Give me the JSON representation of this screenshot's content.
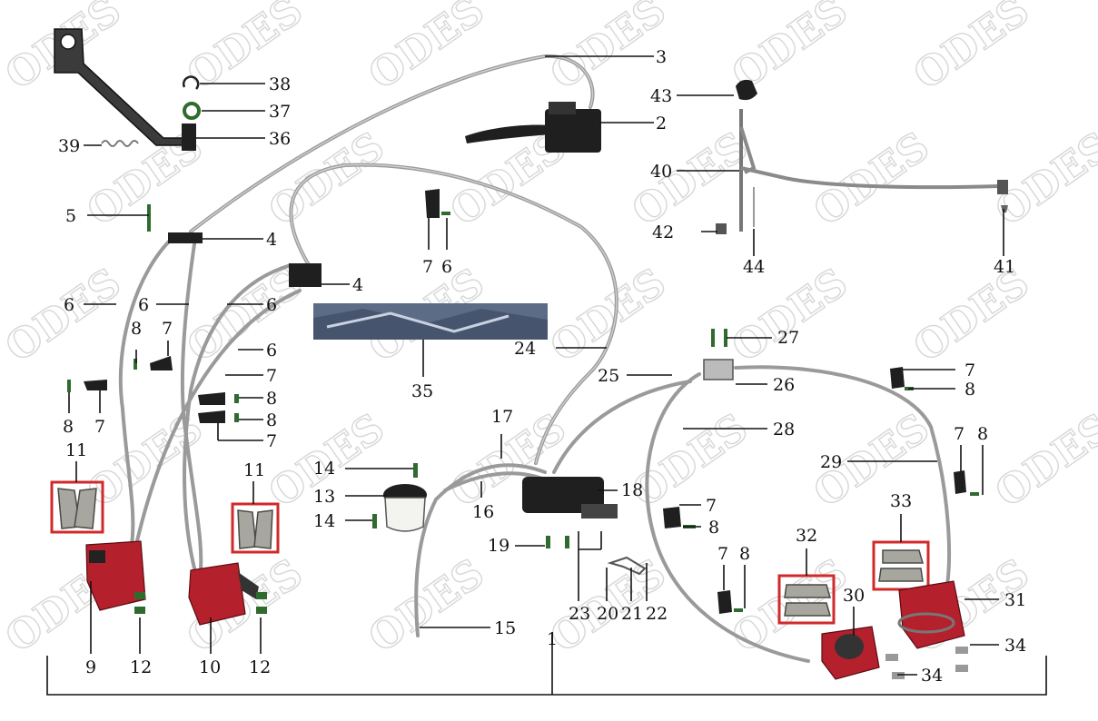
{
  "diagram": {
    "watermark_text": "ODES",
    "callouts": [
      {
        "id": "c1",
        "text": "1"
      },
      {
        "id": "c2",
        "text": "2"
      },
      {
        "id": "c3",
        "text": "3"
      },
      {
        "id": "c4a",
        "text": "4"
      },
      {
        "id": "c4b",
        "text": "4"
      },
      {
        "id": "c5",
        "text": "5"
      },
      {
        "id": "c6a",
        "text": "6"
      },
      {
        "id": "c6b",
        "text": "6"
      },
      {
        "id": "c6c",
        "text": "6"
      },
      {
        "id": "c6d",
        "text": "6"
      },
      {
        "id": "c6e",
        "text": "6"
      },
      {
        "id": "c7a",
        "text": "7"
      },
      {
        "id": "c7b",
        "text": "7"
      },
      {
        "id": "c7c",
        "text": "7"
      },
      {
        "id": "c7d",
        "text": "7"
      },
      {
        "id": "c7e",
        "text": "7"
      },
      {
        "id": "c7f",
        "text": "7"
      },
      {
        "id": "c7g",
        "text": "7"
      },
      {
        "id": "c7h",
        "text": "7"
      },
      {
        "id": "c7i",
        "text": "7"
      },
      {
        "id": "c7j",
        "text": "7"
      },
      {
        "id": "c8a",
        "text": "8"
      },
      {
        "id": "c8b",
        "text": "8"
      },
      {
        "id": "c8c",
        "text": "8"
      },
      {
        "id": "c8d",
        "text": "8"
      },
      {
        "id": "c8e",
        "text": "8"
      },
      {
        "id": "c8f",
        "text": "8"
      },
      {
        "id": "c8g",
        "text": "8"
      },
      {
        "id": "c8h",
        "text": "8"
      },
      {
        "id": "c9",
        "text": "9"
      },
      {
        "id": "c10",
        "text": "10"
      },
      {
        "id": "c11a",
        "text": "11"
      },
      {
        "id": "c11b",
        "text": "11"
      },
      {
        "id": "c12a",
        "text": "12"
      },
      {
        "id": "c12b",
        "text": "12"
      },
      {
        "id": "c13",
        "text": "13"
      },
      {
        "id": "c14a",
        "text": "14"
      },
      {
        "id": "c14b",
        "text": "14"
      },
      {
        "id": "c15",
        "text": "15"
      },
      {
        "id": "c16",
        "text": "16"
      },
      {
        "id": "c17",
        "text": "17"
      },
      {
        "id": "c18",
        "text": "18"
      },
      {
        "id": "c19",
        "text": "19"
      },
      {
        "id": "c20",
        "text": "20"
      },
      {
        "id": "c21",
        "text": "21"
      },
      {
        "id": "c22",
        "text": "22"
      },
      {
        "id": "c23",
        "text": "23"
      },
      {
        "id": "c24",
        "text": "24"
      },
      {
        "id": "c25",
        "text": "25"
      },
      {
        "id": "c26",
        "text": "26"
      },
      {
        "id": "c27",
        "text": "27"
      },
      {
        "id": "c28",
        "text": "28"
      },
      {
        "id": "c29",
        "text": "29"
      },
      {
        "id": "c30",
        "text": "30"
      },
      {
        "id": "c31",
        "text": "31"
      },
      {
        "id": "c32",
        "text": "32"
      },
      {
        "id": "c33",
        "text": "33"
      },
      {
        "id": "c34a",
        "text": "34"
      },
      {
        "id": "c34b",
        "text": "34"
      },
      {
        "id": "c35",
        "text": "35"
      },
      {
        "id": "c36",
        "text": "36"
      },
      {
        "id": "c37",
        "text": "37"
      },
      {
        "id": "c38",
        "text": "38"
      },
      {
        "id": "c39",
        "text": "39"
      },
      {
        "id": "c40",
        "text": "40"
      },
      {
        "id": "c41",
        "text": "41"
      },
      {
        "id": "c42",
        "text": "42"
      },
      {
        "id": "c43",
        "text": "43"
      },
      {
        "id": "c44",
        "text": "44"
      }
    ],
    "colors": {
      "caliper": "#b5202d",
      "hose": "#9a9a9a",
      "highlight_box": "#d12a2a",
      "watermark": "#d7d7d7"
    }
  }
}
